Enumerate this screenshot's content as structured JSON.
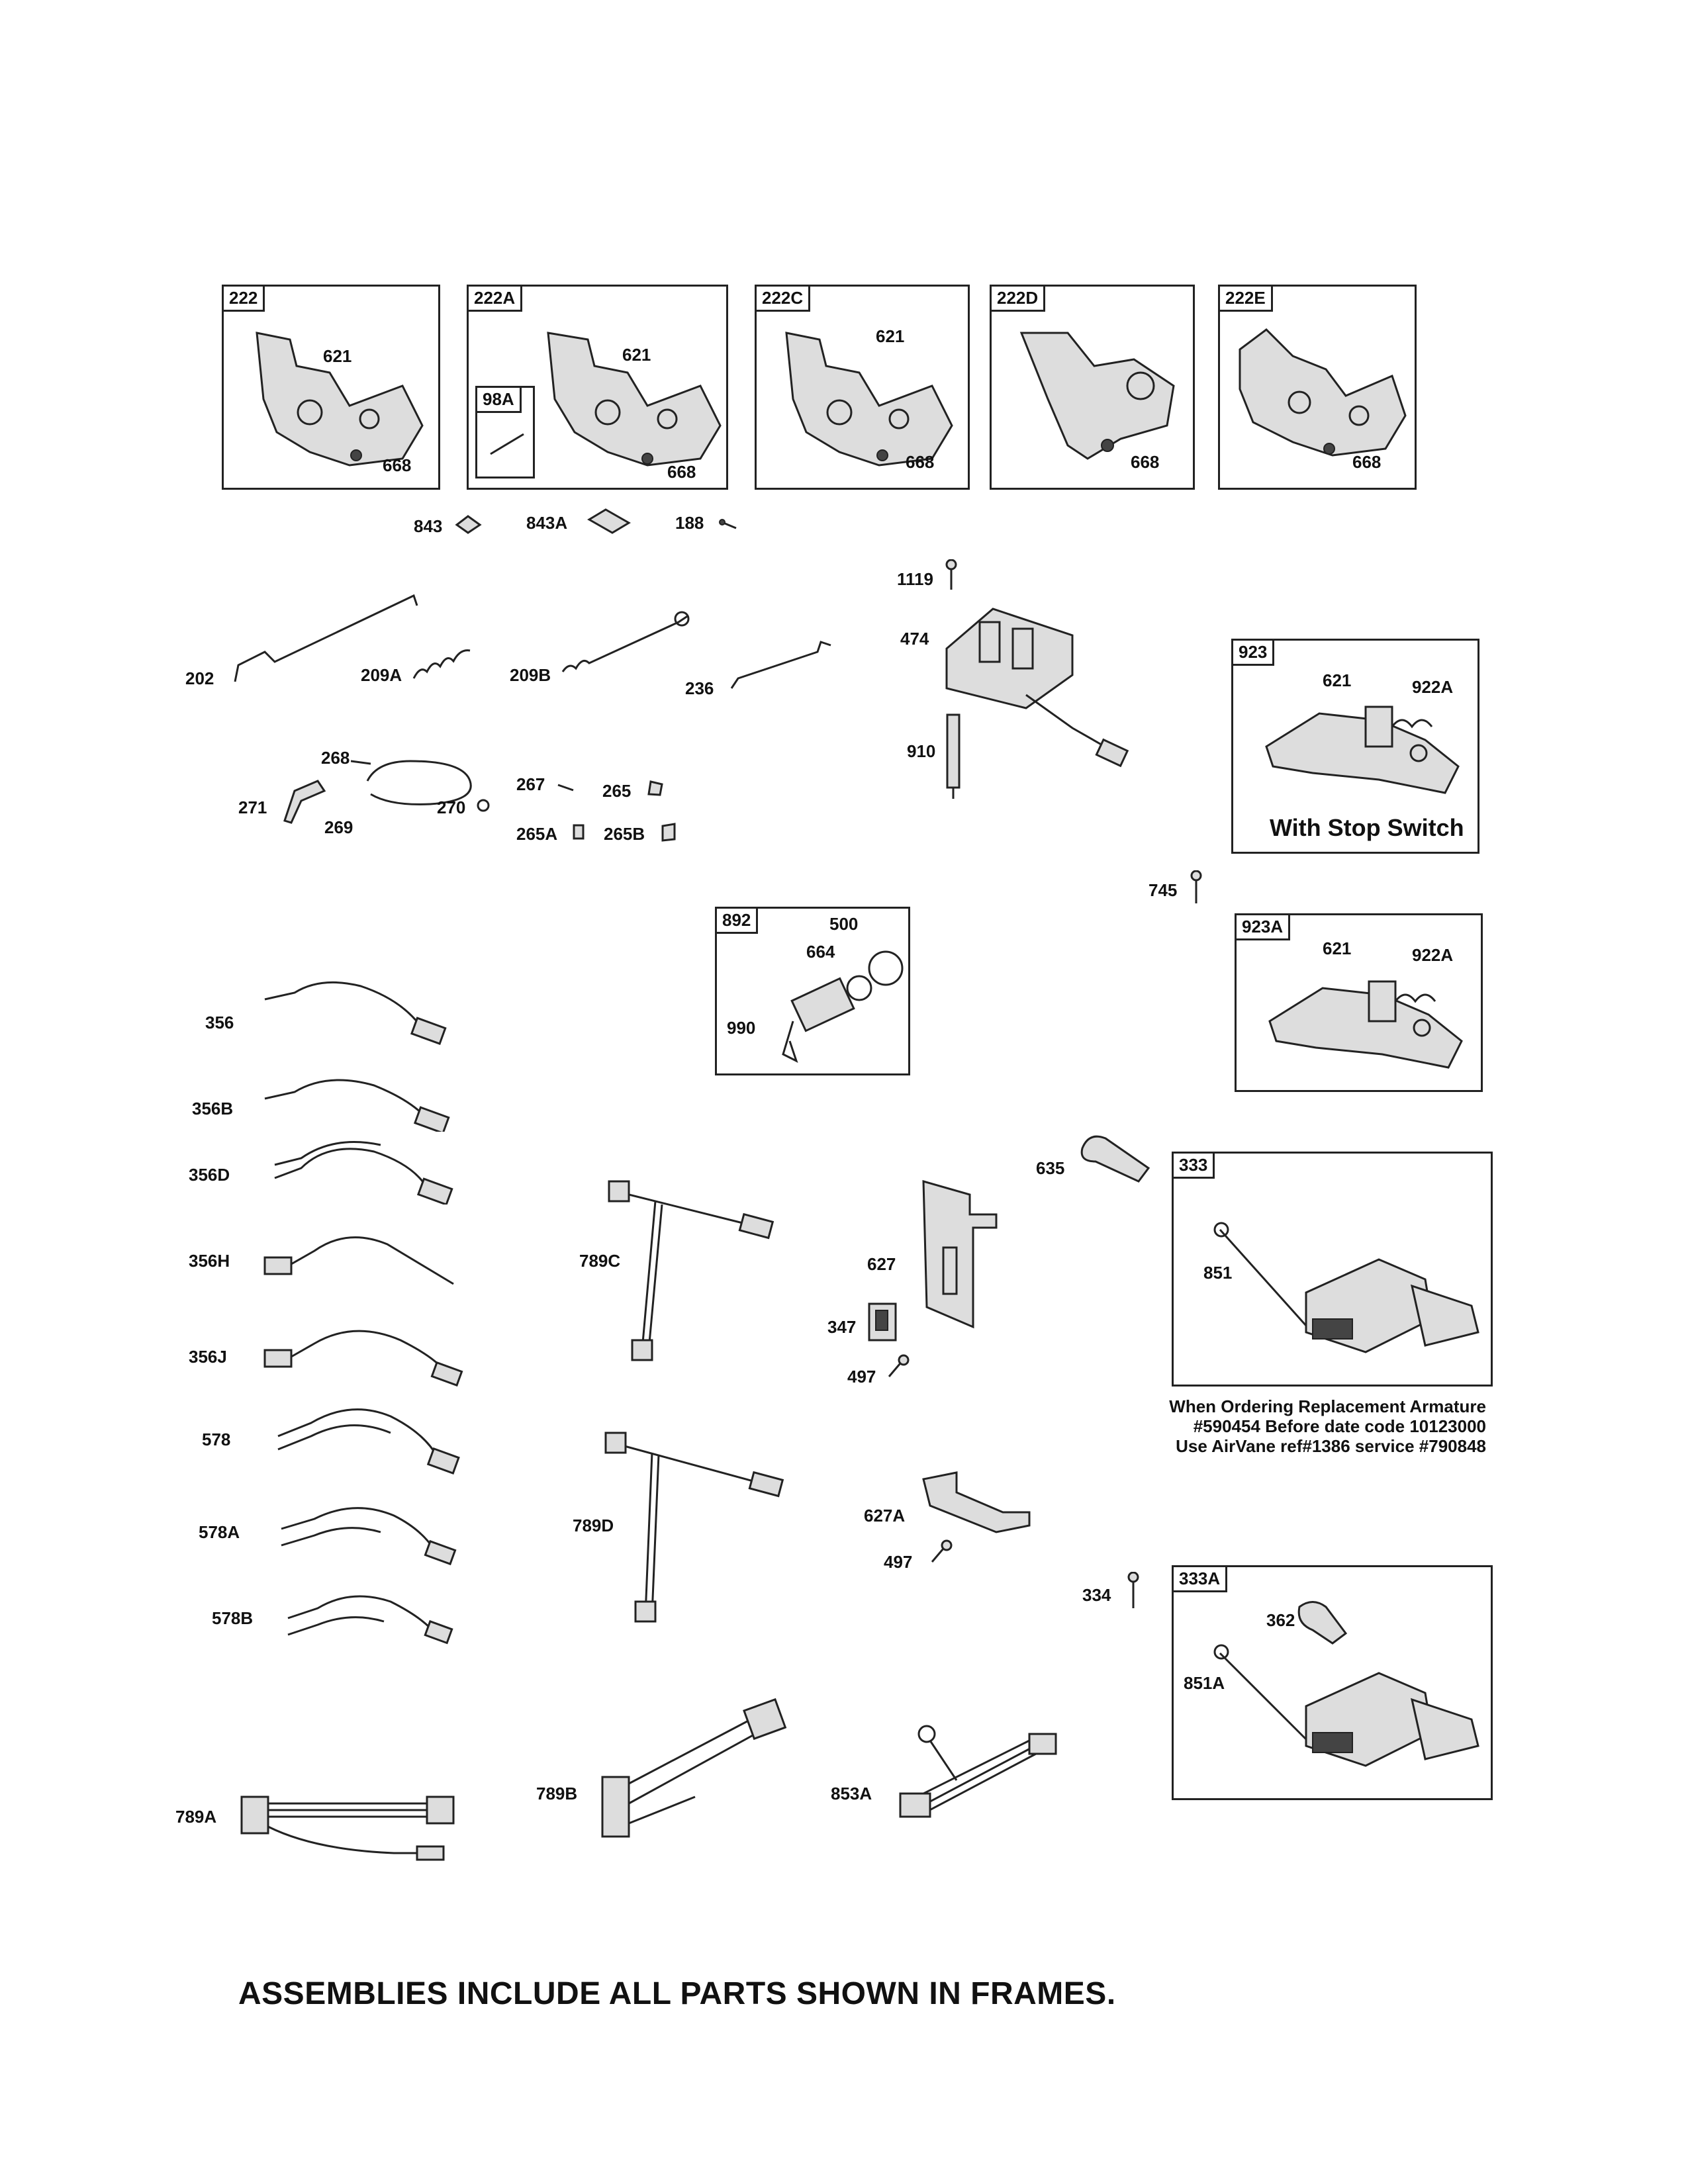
{
  "frames": {
    "f222": "222",
    "f222A": "222A",
    "f98A": "98A",
    "f222C": "222C",
    "f222D": "222D",
    "f222E": "222E",
    "f923": "923",
    "f923A": "923A",
    "f892": "892",
    "f333": "333",
    "f333A": "333A"
  },
  "labels": {
    "p621a": "621",
    "p668a": "668",
    "p621b": "621",
    "p668b": "668",
    "p621c": "621",
    "p668c": "668",
    "p668d": "668",
    "p668e": "668",
    "p843": "843",
    "p843A": "843A",
    "p188": "188",
    "p1119": "1119",
    "p474": "474",
    "p910": "910",
    "p202": "202",
    "p209A": "209A",
    "p209B": "209B",
    "p236": "236",
    "p268": "268",
    "p271": "271",
    "p269": "269",
    "p270": "270",
    "p267": "267",
    "p265": "265",
    "p265A": "265A",
    "p265B": "265B",
    "p621f": "621",
    "p922A": "922A",
    "p745": "745",
    "p621g": "621",
    "p922Ab": "922A",
    "p500": "500",
    "p664": "664",
    "p990": "990",
    "p356": "356",
    "p356B": "356B",
    "p356D": "356D",
    "p356H": "356H",
    "p356J": "356J",
    "p578": "578",
    "p578A": "578A",
    "p578B": "578B",
    "p789A": "789A",
    "p789B": "789B",
    "p789C": "789C",
    "p789D": "789D",
    "p635": "635",
    "p851": "851",
    "p627": "627",
    "p347": "347",
    "p497a": "497",
    "p627A": "627A",
    "p497b": "497",
    "p334": "334",
    "p362": "362",
    "p851A": "851A",
    "p853A": "853A"
  },
  "stop_switch": "With Stop Switch",
  "note": {
    "line1": "When Ordering Replacement Armature",
    "line2": "#590454 Before date code 10123000",
    "line3": "Use AirVane ref#1386 service #790848"
  },
  "footer": "ASSEMBLIES INCLUDE ALL PARTS SHOWN IN FRAMES."
}
